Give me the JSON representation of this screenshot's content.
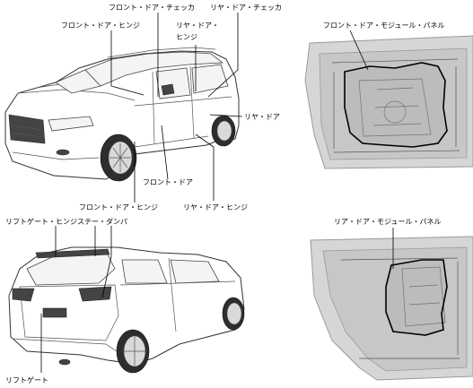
{
  "labels": {
    "front_door_checker": "フロント・ドア・チェッカ",
    "rear_door_checker": "リヤ・ドア・チェッカ",
    "front_door_hinge_top": "フロント・ドア・ヒンジ",
    "rear_door_hinge_line1": "リヤ・ドア・",
    "rear_door_hinge_line2": "ヒンジ",
    "rear_door": "リヤ・ドア",
    "front_door": "フロント・ドア",
    "front_door_hinge_bottom": "フロント・ドア・ヒンジ",
    "rear_door_hinge_bottom": "リヤ・ドア・ヒンジ",
    "front_door_module_panel": "フロント・ドア・モジュール・パネル",
    "liftgate_hinge": "リフトゲート・ヒンジ",
    "stay_damper": "ステー・ダンパ",
    "rear_door_module_panel": "リア・ドア・モジュール・パネル",
    "liftgate": "リフトゲート"
  }
}
